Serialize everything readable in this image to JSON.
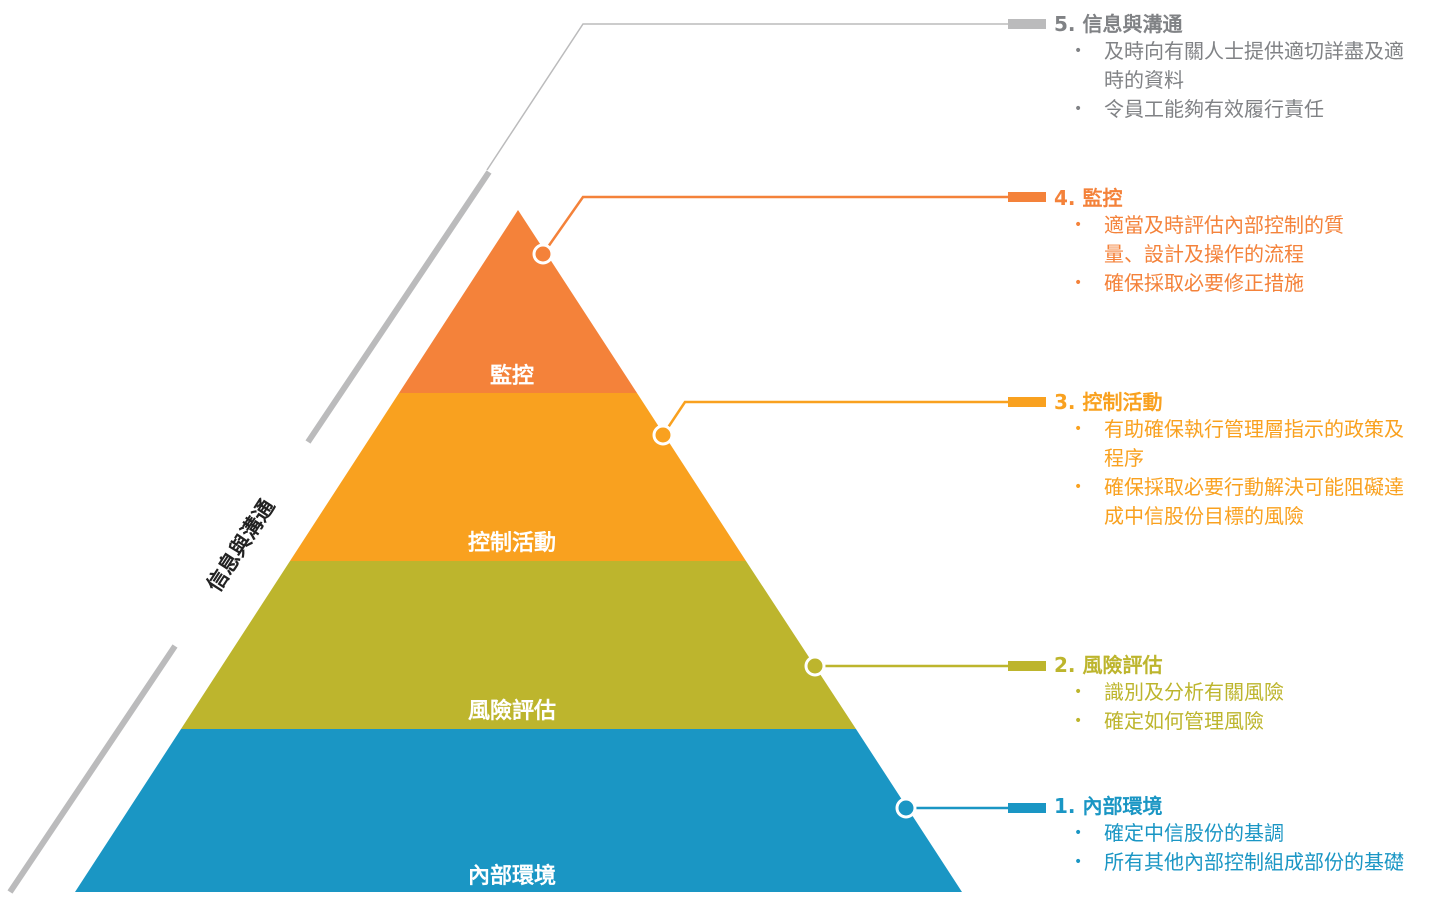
{
  "colors": {
    "gray": "#BBBBBC",
    "monitoring": "#F4823A",
    "control": "#F9A11F",
    "risk": "#BDB52D",
    "environment": "#1A96C4"
  },
  "pyramid": {
    "side_label": "信息與溝通",
    "levels": [
      "監控",
      "控制活動",
      "風險評估",
      "內部環境"
    ]
  },
  "legend": [
    {
      "title": "5. 信息與溝通",
      "items": [
        "及時向有關人士提供適切詳盡及適時的資料",
        "令員工能夠有效履行責任"
      ]
    },
    {
      "title": "4. 監控",
      "items": [
        "適當及時評估內部控制的質量、設計及操作的流程",
        "確保採取必要修正措施"
      ]
    },
    {
      "title": "3. 控制活動",
      "items": [
        "有助確保執行管理層指示的政策及程序",
        "確保採取必要行動解決可能阻礙達成中信股份目標的風險"
      ]
    },
    {
      "title": "2. 風險評估",
      "items": [
        "識別及分析有關風險",
        "確定如何管理風險"
      ]
    },
    {
      "title": "1. 內部環境",
      "items": [
        "確定中信股份的基調",
        "所有其他內部控制組成部份的基礎"
      ]
    }
  ],
  "bullet": "•"
}
